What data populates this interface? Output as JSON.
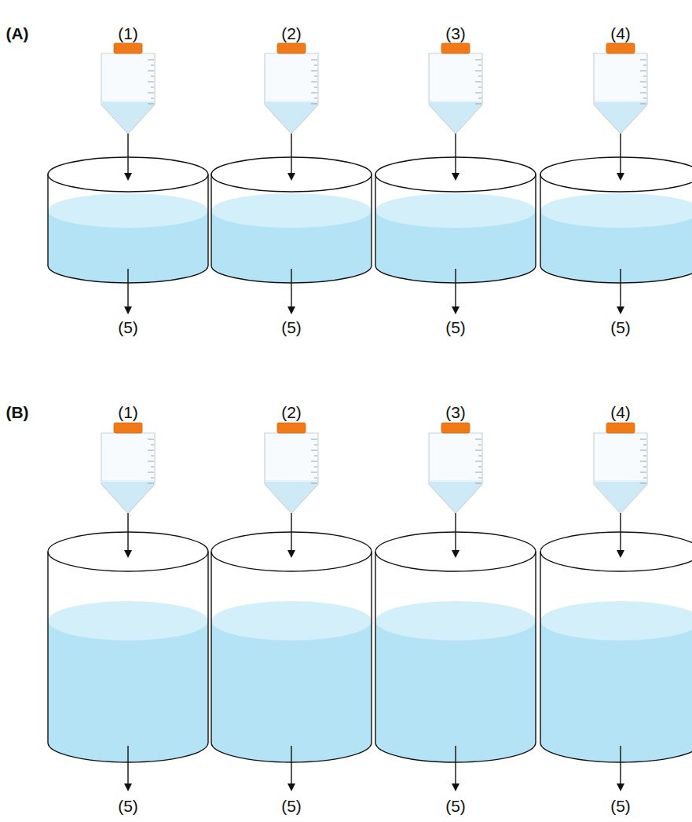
{
  "diagram": {
    "labels": [
      "(A)",
      "(1)",
      "(2)",
      "(3)",
      "(4)",
      "(5)",
      "(5)",
      "(5)",
      "(5)",
      "(B)",
      "(1)",
      "(2)",
      "(3)",
      "(4)",
      "(5)",
      "(5)",
      "(5)",
      "(5)"
    ]
  }
}
